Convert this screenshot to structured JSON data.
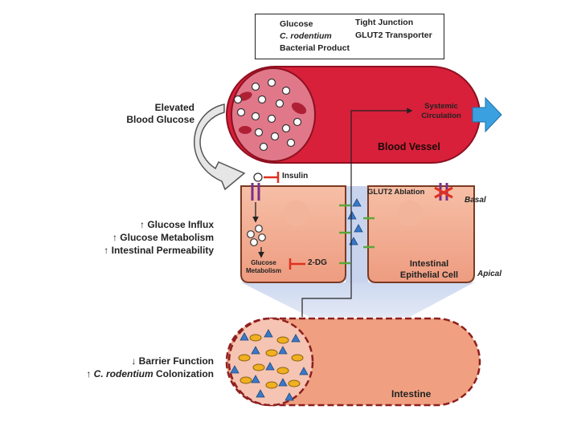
{
  "legend": {
    "glucose": "Glucose",
    "tight_junction": "Tight Junction",
    "c_rodentium": "C. rodentium",
    "glut2": "GLUT2 Transporter",
    "bacterial_product": "Bacterial Product"
  },
  "labels": {
    "elevated_line1": "Elevated",
    "elevated_line2": "Blood Glucose",
    "systemic_line1": "Systemic",
    "systemic_line2": "Circulation",
    "blood_vessel": "Blood Vessel",
    "insulin": "Insulin",
    "glut2_ablation": "GLUT2 Ablation",
    "basal": "Basal",
    "apical": "Apical",
    "epithelial_line1": "Intestinal",
    "epithelial_line2": "Epithelial Cell",
    "glucose_metabolism_line1": "Glucose",
    "glucose_metabolism_line2": "Metabolism",
    "two_dg": "2-DG",
    "effect_glucose_influx": "↑ Glucose Influx",
    "effect_glucose_metabolism": "↑ Glucose Metabolism",
    "effect_permeability": "↑ Intestinal Permeability",
    "barrier_function": "↓ Barrier Function",
    "colonization_prefix": "↑ ",
    "colonization_species": "C. rodentium",
    "colonization_suffix": " Colonization",
    "intestine": "Intestine"
  },
  "colors": {
    "blood_vessel": "#d8203a",
    "vessel_lumen": "#e66a7a",
    "epithelium": "#f2a98c",
    "intestine": "#f0a080",
    "glut2": "#7a2f8c",
    "tight_junction": "#5aa83a",
    "bacterial_product": "#3a78c8",
    "c_rodentium": "#f0b020",
    "inhibitor": "#e03020",
    "circulation_arrow": "#3aa0e0"
  }
}
